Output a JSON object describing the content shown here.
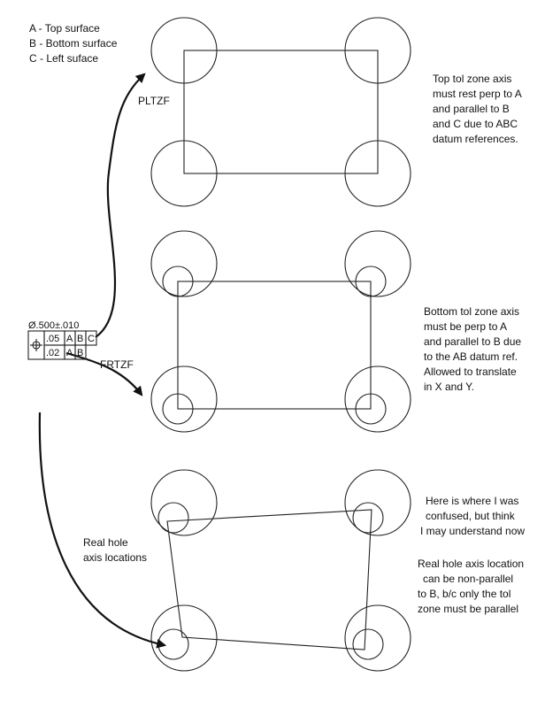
{
  "legend": {
    "lines": [
      "A - Top surface",
      "B - Bottom surface",
      "C - Left suface"
    ]
  },
  "labels": {
    "pltzf": "PLTZF",
    "frtzf": "FRTZF",
    "real_hole": [
      "Real hole",
      "axis locations"
    ]
  },
  "fcf": {
    "size_tolerance": "Ø.500±.010",
    "symbol": "position-symbol",
    "upper_row": [
      ".05",
      "A",
      "B",
      "C"
    ],
    "lower_row": [
      ".02",
      "A",
      "B"
    ]
  },
  "notes": {
    "top": [
      "Top tol zone axis",
      "must rest perp to A",
      "and parallel to B",
      "and C due to ABC",
      "datum references."
    ],
    "middle": [
      "Bottom tol zone axis",
      "must be perp to A",
      "and parallel to B due",
      "to the AB datum ref.",
      "Allowed to translate",
      "in X and Y."
    ],
    "bottom_1": [
      "Here is where I was",
      "confused, but think",
      "I may understand now"
    ],
    "bottom_2": [
      "Real hole axis location",
      "can be non-parallel",
      "to B, b/c only the tol",
      "zone must be parallel"
    ]
  },
  "colors": {
    "ink": "#111111",
    "background": "#ffffff"
  }
}
